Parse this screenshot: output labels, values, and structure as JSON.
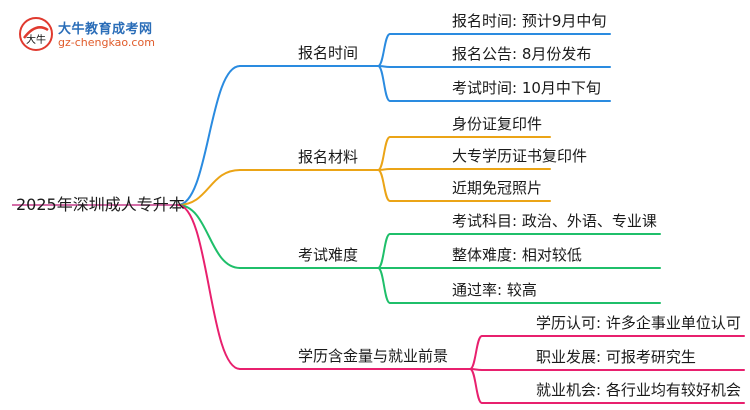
{
  "watermark": {
    "site_name": "大牛教育成考网",
    "url": "gz-chengkao.com",
    "logo_glyph": "大牛"
  },
  "colors": {
    "blue": "#2a8be0",
    "orange": "#eba416",
    "green": "#1fbf6a",
    "pink": "#e8206e",
    "text": "#1a1a1a"
  },
  "mindmap": {
    "root": "2025年深圳成人专升本",
    "branches": [
      {
        "label": "报名时间",
        "color": "blue",
        "children": [
          "报名时间: 预计9月中旬",
          "报名公告: 8月份发布",
          "考试时间: 10月中下旬"
        ]
      },
      {
        "label": "报名材料",
        "color": "orange",
        "children": [
          "身份证复印件",
          "大专学历证书复印件",
          "近期免冠照片"
        ]
      },
      {
        "label": "考试难度",
        "color": "green",
        "children": [
          "考试科目: 政治、外语、专业课",
          "整体难度: 相对较低",
          "通过率: 较高"
        ]
      },
      {
        "label": "学历含金量与就业前景",
        "color": "pink",
        "children": [
          "学历认可: 许多企事业单位认可",
          "职业发展: 可报考研究生",
          "就业机会: 各行业均有较好机会"
        ]
      }
    ]
  }
}
